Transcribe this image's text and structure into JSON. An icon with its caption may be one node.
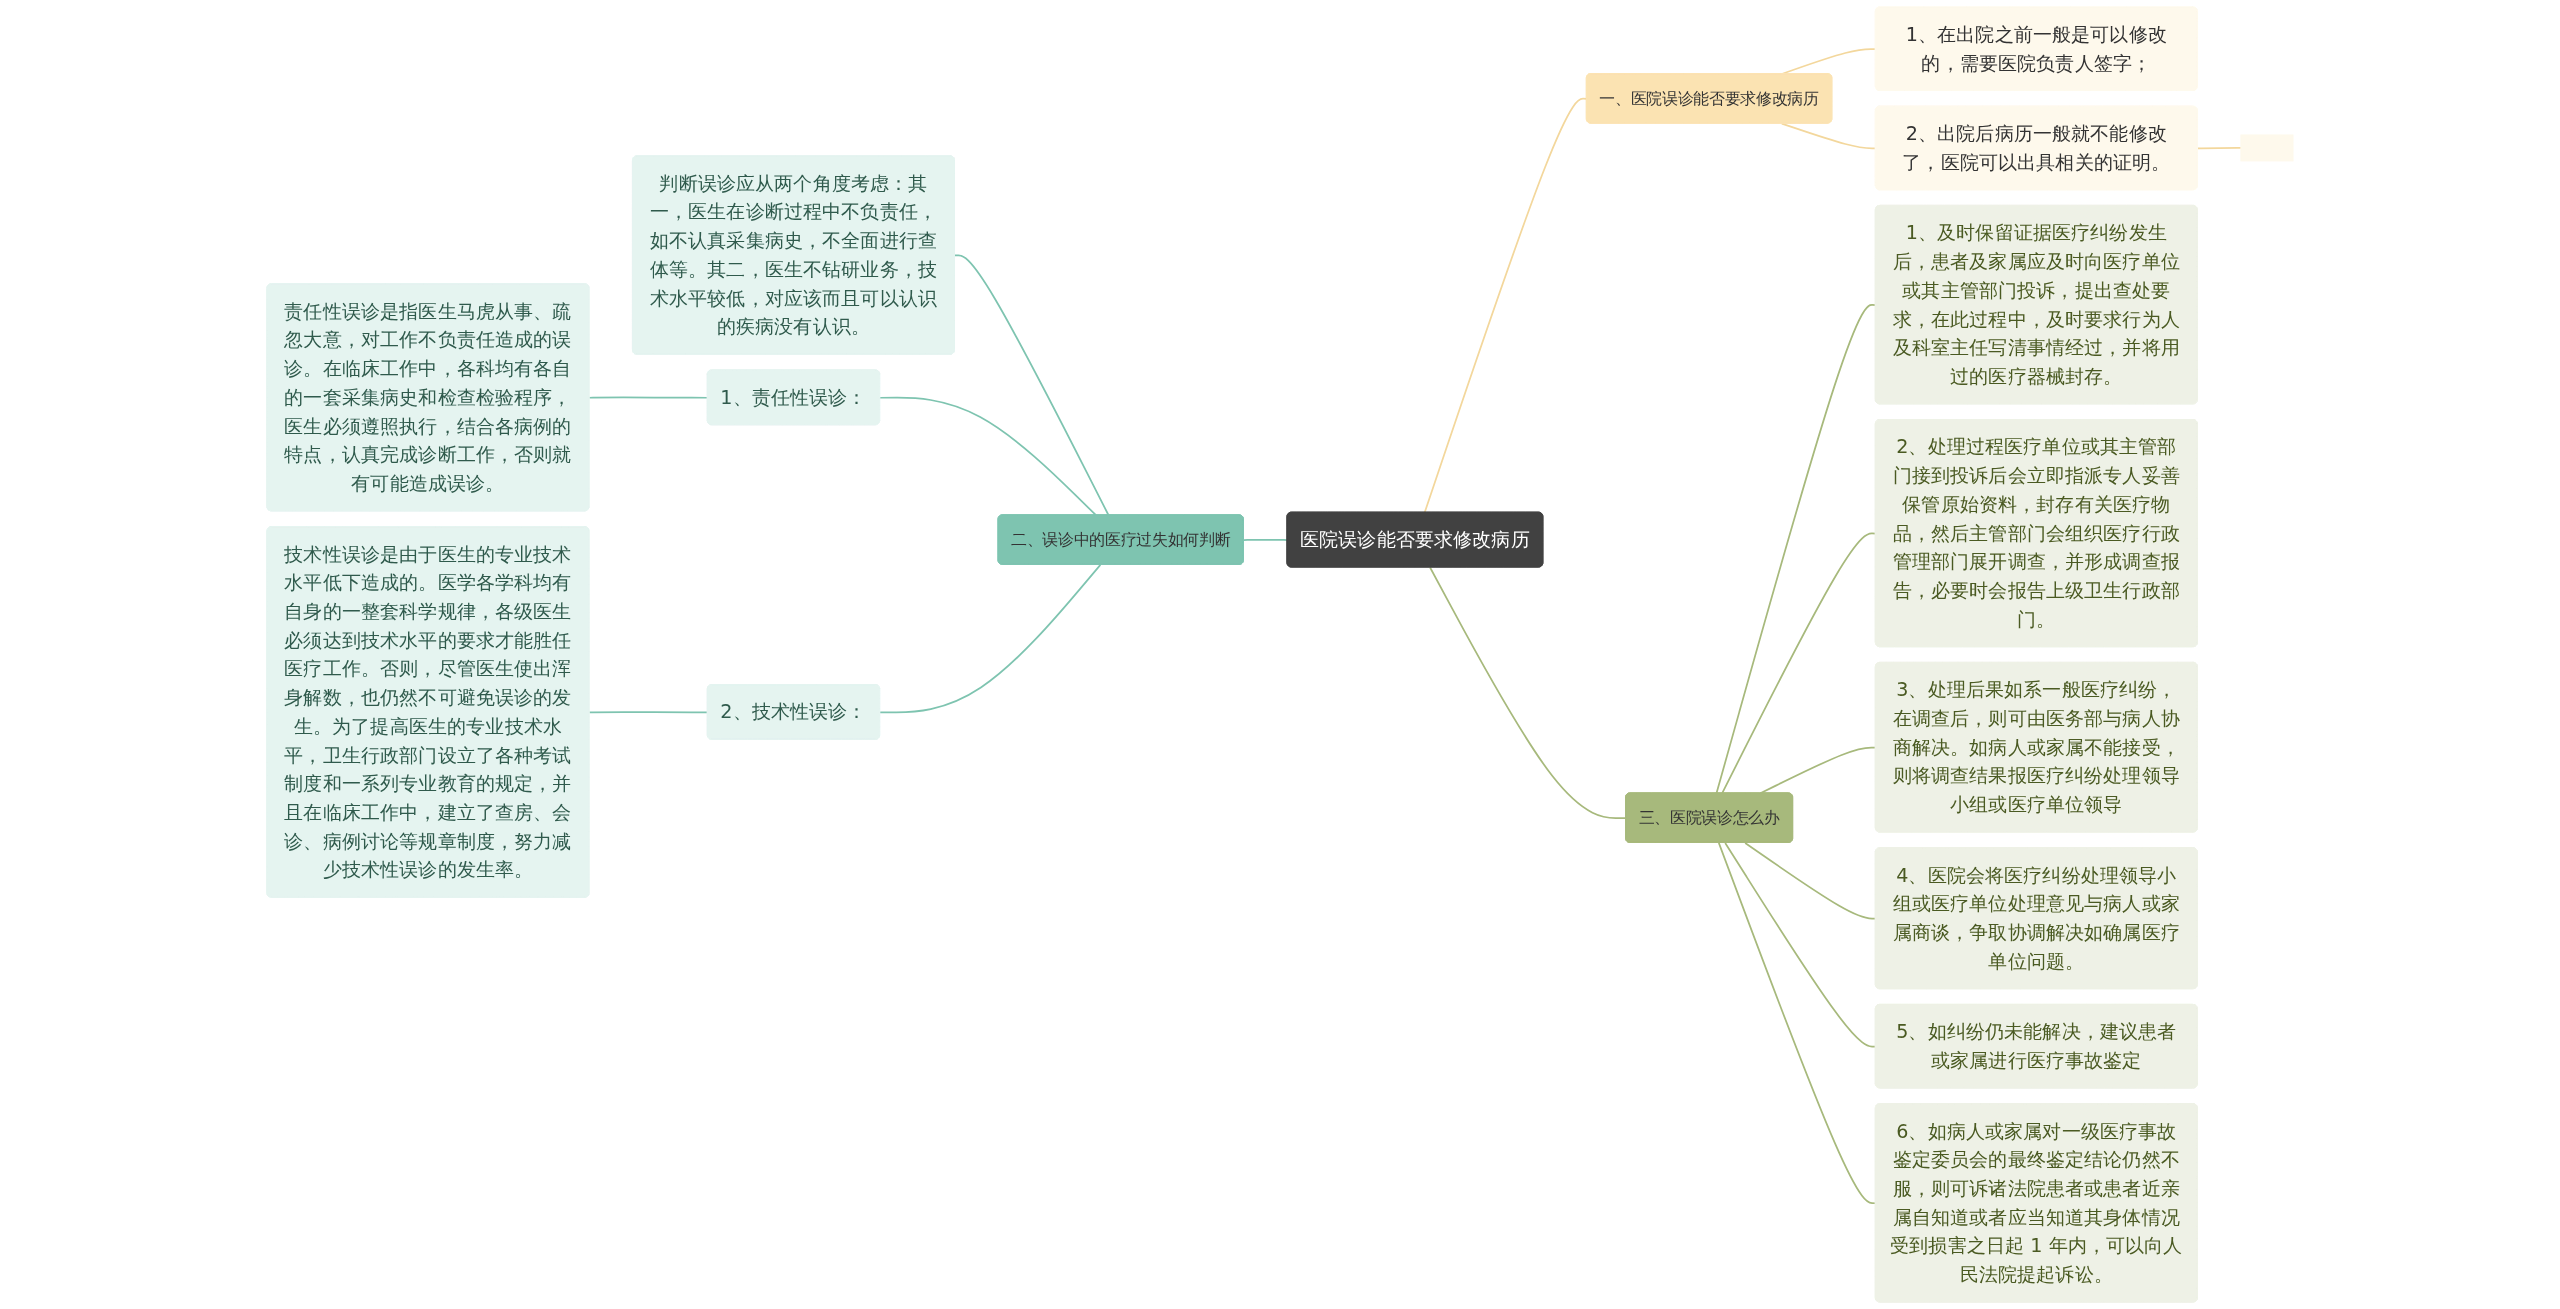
{
  "diagram": {
    "nodes": [
      {
        "text": [
          "医院误诊能否要求修改病历"
        ]
      },
      {
        "text": [
          "一、医院误诊能否要求修改病历"
        ]
      },
      {
        "text": [
          "1、在出院之前一般是可以修改的，需要医院负责人签字；"
        ]
      },
      {
        "text": [
          "2、出院后病历一般就不能修改了，医院可以出具相关的证明。"
        ]
      },
      {
        "text": [],
        "shape": "box"
      },
      {
        "text": [
          "二、误诊中的医疗过失如何判断"
        ]
      },
      {
        "text": [
          "判断误诊应从两个角度考虑：其一，医生在诊断过程中不负责任，如不认真采集病史，不全面进行查体等。其二，医生不钻研业务，技术水平较低，对应该而且可以认识的疾病没有认识。"
        ]
      },
      {
        "text": [
          "1、责任性误诊："
        ]
      },
      {
        "text": [
          "责任性误诊是指医生马虎从事、疏忽大意，对工作不负责任造成的误诊。在临床工作中，各科均有各自的一套采集病史和检查检验程序，医生必须遵照执行，结合各病例的特点，认真完成诊断工作，否则就有可能造成误诊。"
        ]
      },
      {
        "text": [
          "2、技术性误诊："
        ]
      },
      {
        "text": [
          "技术性误诊是由于医生的专业技术水平低下造成的。医学各学科均有自身的一整套科学规律，各级医生必须达到技术水平的要求才能胜任医疗工作。否则，尽管医生使出浑身解数，也仍然不可避免误诊的发生。为了提高医生的专业技术水平，卫生行政部门设立了各种考试制度和一系列专业教育的规定，并且在临床工作中，建立了查房、会诊、病例讨论等规章制度，努力减少技术性误诊的发生率。"
        ]
      },
      {
        "text": [
          "三、医院误诊怎么办"
        ]
      },
      {
        "text": [
          "1、及时保留证据医疗纠纷发生后，患者及家属应及时向医疗单位或其主管部门投诉，提出查处要求，在此过程中，及时要求行为人及科室主任写清事情经过，并将用过的医疗器械封存。"
        ]
      },
      {
        "text": [
          "2、处理过程医疗单位或其主管部门接到投诉后会立即指派专人妥善保管原始资料，封存有关医疗物品，然后主管部门会组织医疗行政管理部门展开调查，并形成调查报告，必要时会报告上级卫生行政部门。"
        ]
      },
      {
        "text": [
          "3、处理后果如系一般医疗纠纷，在调查后，则可由医务部与病人协商解决。如病人或家属不能接受，则将调查结果报医疗纠纷处理领导小组或医疗单位领导"
        ]
      },
      {
        "text": [
          "4、医院会将医疗纠纷处理领导小组或医疗单位处理意见与病人或家属商谈，争取协调解决如确属医疗单位问题。"
        ]
      },
      {
        "text": [
          "5、如纠纷仍未能解决，建议患者或家属进行医疗事故鉴定"
        ]
      },
      {
        "text": [
          "6、如病人或家属对一级医疗事故鉴定委员会的最终鉴定结论仍然不服，则可诉诸法院患者或患者近亲属自知道或者应当知道其身体情况受到损害之日起 1 年内，可以向人民法院提起诉讼。"
        ]
      }
    ],
    "edges": [
      {
        "from": 0,
        "to": 1,
        "arrow": "none",
        "color": "#f3d79c"
      },
      {
        "from": 1,
        "to": 2,
        "arrow": "none",
        "color": "#f3d79c"
      },
      {
        "from": 1,
        "to": 3,
        "arrow": "none",
        "color": "#f3d79c"
      },
      {
        "from": 3,
        "to": 4,
        "arrow": "none",
        "color": "#f3d79c"
      },
      {
        "from": 0,
        "to": 5,
        "arrow": "none",
        "color": "#7ec4b0"
      },
      {
        "from": 5,
        "to": 6,
        "arrow": "none",
        "color": "#7ec4b0"
      },
      {
        "from": 5,
        "to": 7,
        "arrow": "none",
        "color": "#7ec4b0"
      },
      {
        "from": 7,
        "to": 8,
        "arrow": "none",
        "color": "#7ec4b0"
      },
      {
        "from": 5,
        "to": 9,
        "arrow": "none",
        "color": "#7ec4b0"
      },
      {
        "from": 9,
        "to": 10,
        "arrow": "none",
        "color": "#7ec4b0"
      },
      {
        "from": 0,
        "to": 11,
        "arrow": "none"
      },
      {
        "from": 11,
        "to": 12,
        "arrow": "none"
      },
      {
        "from": 11,
        "to": 13,
        "arrow": "none"
      },
      {
        "from": 11,
        "to": 14,
        "arrow": "none"
      },
      {
        "from": 11,
        "to": 15,
        "arrow": "none"
      },
      {
        "from": 11,
        "to": 16,
        "arrow": "none"
      },
      {
        "from": 11,
        "to": 17,
        "arrow": "none"
      }
    ]
  }
}
